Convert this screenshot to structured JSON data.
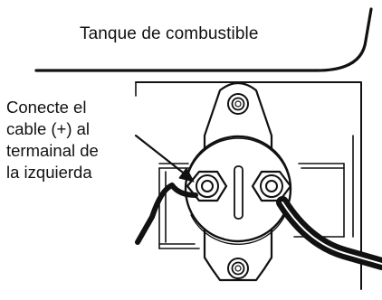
{
  "diagram": {
    "tank_label": "Tanque de combustible",
    "instruction_lines": [
      "Conecte el",
      "cable (+) al",
      "termainal de",
      "la izquierda"
    ]
  },
  "colors": {
    "line": "#111111",
    "background": "#ffffff"
  }
}
